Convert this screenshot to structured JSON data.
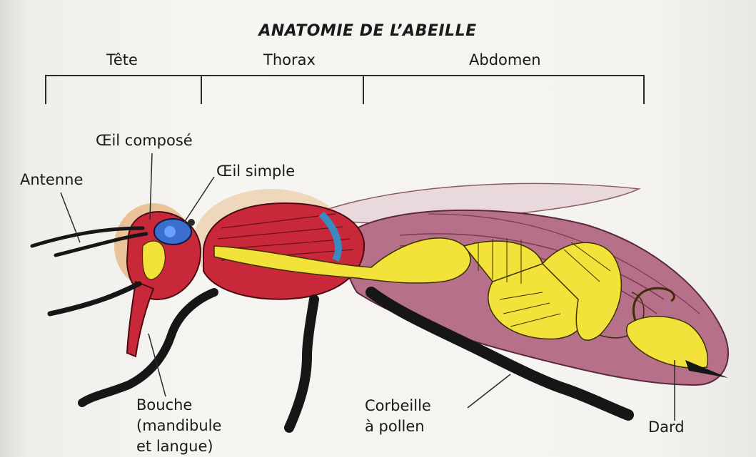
{
  "title": "ANATOMIE DE L’ABEILLE",
  "segments": {
    "head": "Tête",
    "thorax": "Thorax",
    "abdomen": "Abdomen"
  },
  "labels": {
    "compound_eye": "Œil composé",
    "simple_eye": "Œil simple",
    "antenna": "Antenne",
    "mouth_line1": "Bouche",
    "mouth_line2": "(mandibule",
    "mouth_line3": "et langue)",
    "pollen_basket_line1": "Corbeille",
    "pollen_basket_line2": "à pollen",
    "stinger": "Dard"
  },
  "colors": {
    "muscle_red": "#c8283a",
    "gut_yellow": "#f2e23a",
    "abdomen_pink": "#b7708a",
    "eye_blue": "#3a6fd0",
    "legs_black": "#161616",
    "wing": "#ead9dc",
    "head_halo": "#e6b37a"
  }
}
